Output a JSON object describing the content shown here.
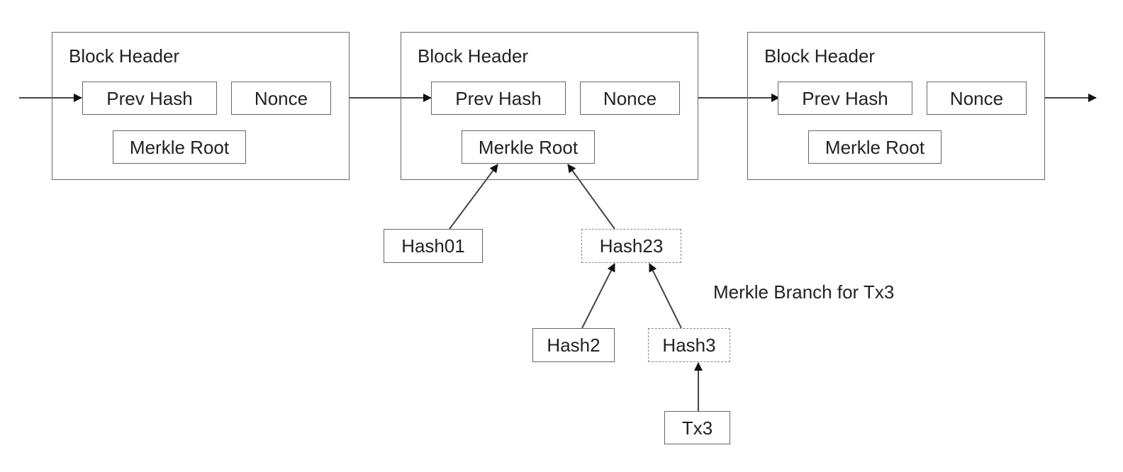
{
  "blocks": [
    {
      "title": "Block Header",
      "prev_hash": "Prev Hash",
      "nonce": "Nonce",
      "merkle_root": "Merkle Root"
    },
    {
      "title": "Block Header",
      "prev_hash": "Prev Hash",
      "nonce": "Nonce",
      "merkle_root": "Merkle Root"
    },
    {
      "title": "Block Header",
      "prev_hash": "Prev Hash",
      "nonce": "Nonce",
      "merkle_root": "Merkle Root"
    }
  ],
  "tree": {
    "hash01": "Hash01",
    "hash23": "Hash23",
    "hash2": "Hash2",
    "hash3": "Hash3",
    "tx3": "Tx3"
  },
  "branch_label": "Merkle Branch for Tx3"
}
